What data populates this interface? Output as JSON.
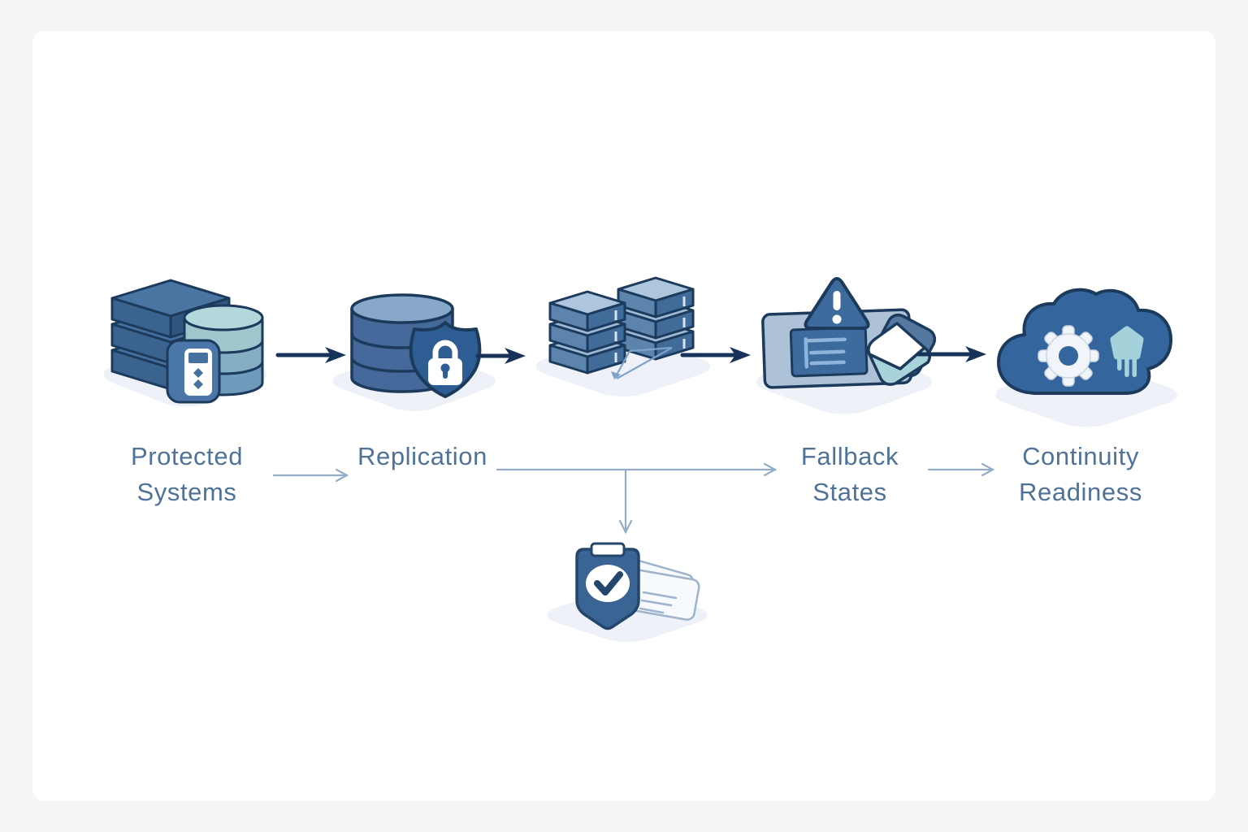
{
  "diagram": {
    "title": "",
    "type": "process-flow",
    "colors": {
      "frame_background": "#f4f5f6",
      "canvas_background": "#ffffff",
      "label_text": "#4f7299",
      "dark_arrow": "#17335a",
      "light_connector": "#94adc9",
      "icon_outline": "#1c3a5c",
      "icon_mid_blue": "#3e6b9d",
      "icon_light_blue": "#9db9d4",
      "icon_teal": "#aed6dc",
      "platform": "#eef2f8"
    }
  },
  "flow": {
    "stages": [
      {
        "name": "protected-systems",
        "icon": "server-stack-database-icon",
        "line1": "Protected",
        "line2": "Systems"
      },
      {
        "name": "replication",
        "icon": "database-shield-lock-icon",
        "line1": "Replication",
        "line2": ""
      },
      {
        "name": "failover-servers",
        "icon": "dual-server-stack-sync-icon",
        "line1": "",
        "line2": ""
      },
      {
        "name": "fallback-states",
        "icon": "panel-alert-icon",
        "line1": "Fallback",
        "line2": "States"
      },
      {
        "name": "continuity-readiness",
        "icon": "cloud-gear-plug-icon",
        "line1": "Continuity",
        "line2": "Readiness"
      }
    ],
    "branch": {
      "name": "verification",
      "icon": "shield-check-documents-icon",
      "label": ""
    }
  }
}
